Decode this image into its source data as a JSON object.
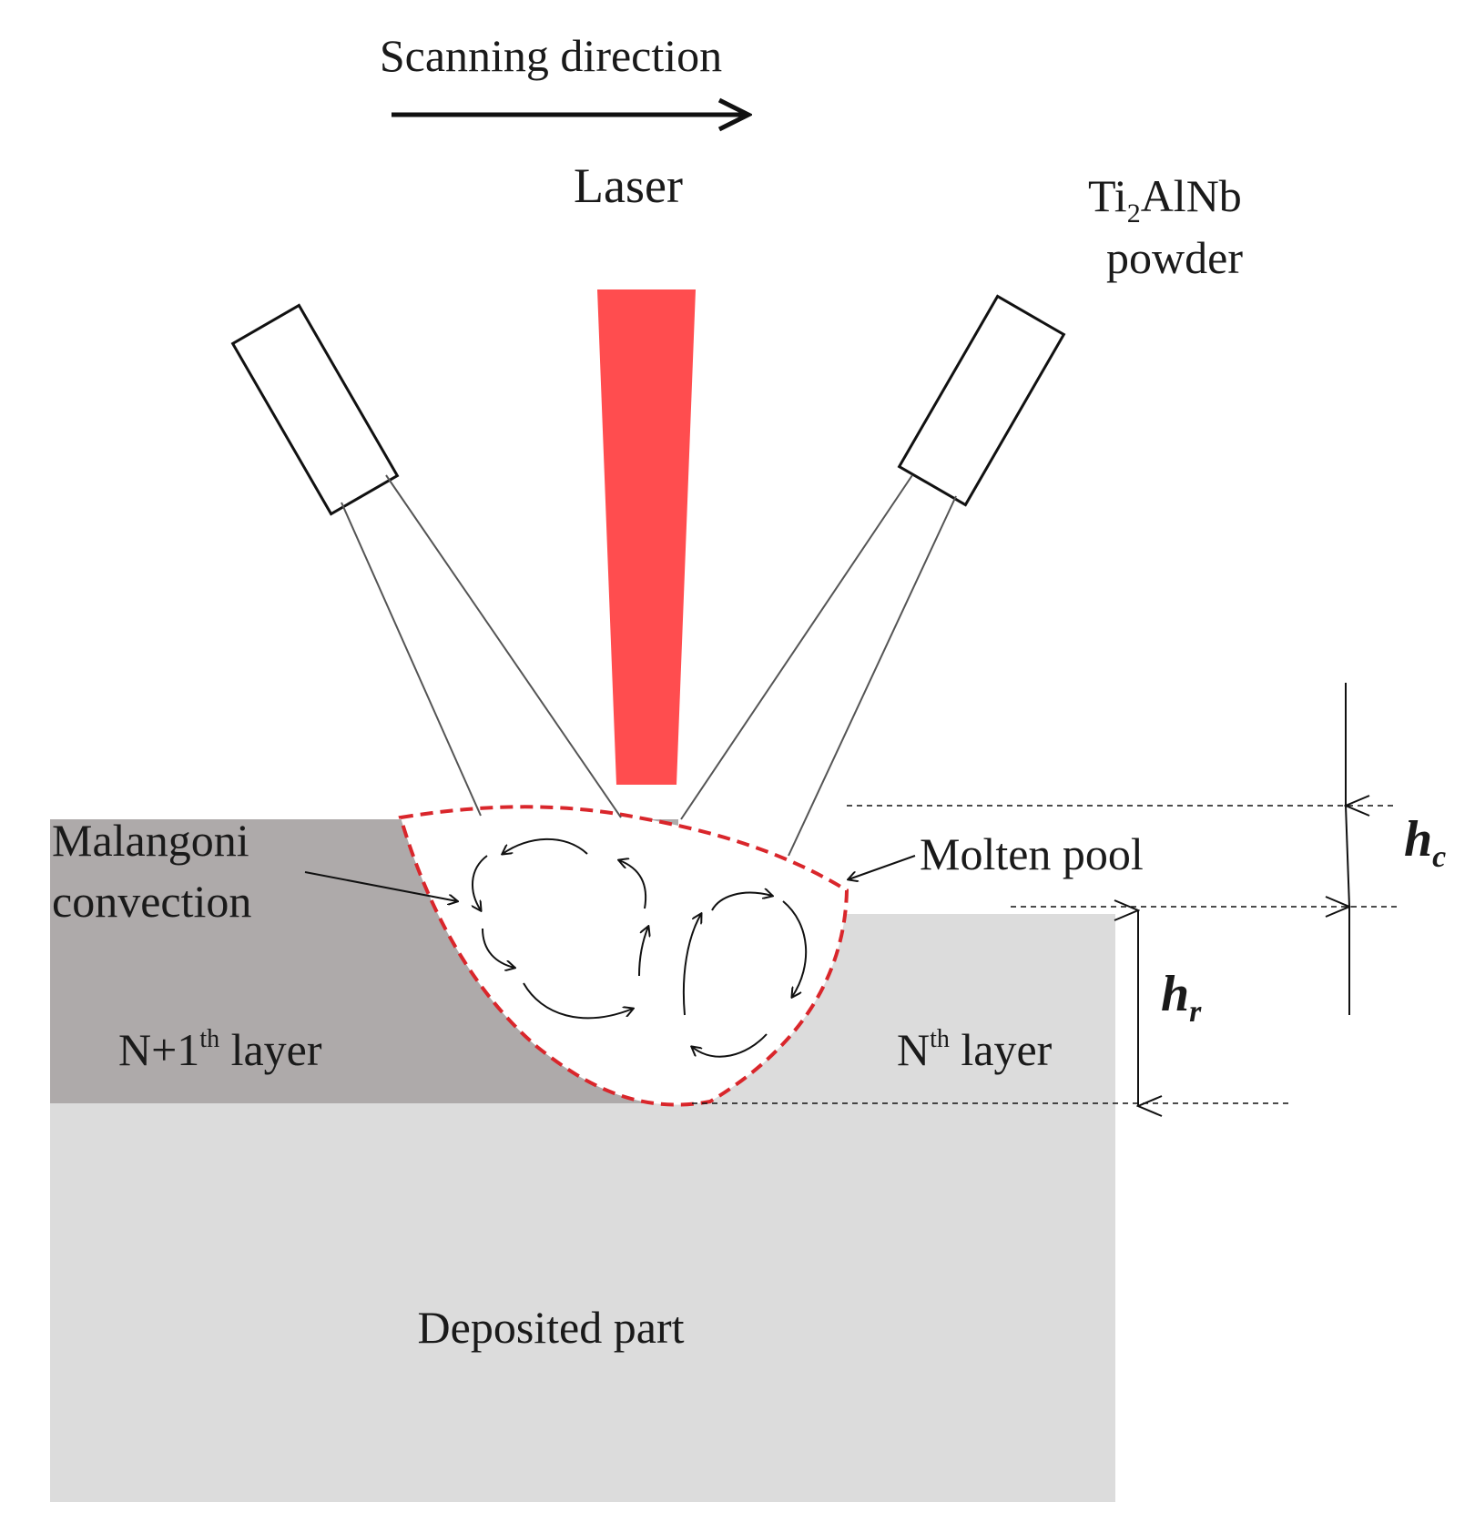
{
  "labels": {
    "scanning_direction": "Scanning direction",
    "laser": "Laser",
    "powder_formula": {
      "a": "Ti",
      "sub": "2",
      "b": "AlNb"
    },
    "powder_word": "powder",
    "malangoni_line1": "Malangoni",
    "malangoni_line2": "convection",
    "molten_pool": "Molten pool",
    "h_c": {
      "base": "h",
      "sub": "c"
    },
    "h_r": {
      "base": "h",
      "sub": "r"
    },
    "layer_n1": {
      "a": "N+1",
      "sup": "th",
      "b": " layer"
    },
    "layer_n": {
      "a": "N",
      "sup": "th",
      "b": " layer"
    },
    "deposited_part": "Deposited part"
  },
  "colors": {
    "laser_beam": "#ff4d4f",
    "pool_outline": "#d9262b",
    "layer_n1_fill": "#aeaaaa",
    "deposited_fill": "#dcdcdc",
    "line": "#111111"
  },
  "icons": {
    "scan_arrow": "right-arrow",
    "nozzles": "rectangle",
    "convection": "curved-arrow"
  }
}
